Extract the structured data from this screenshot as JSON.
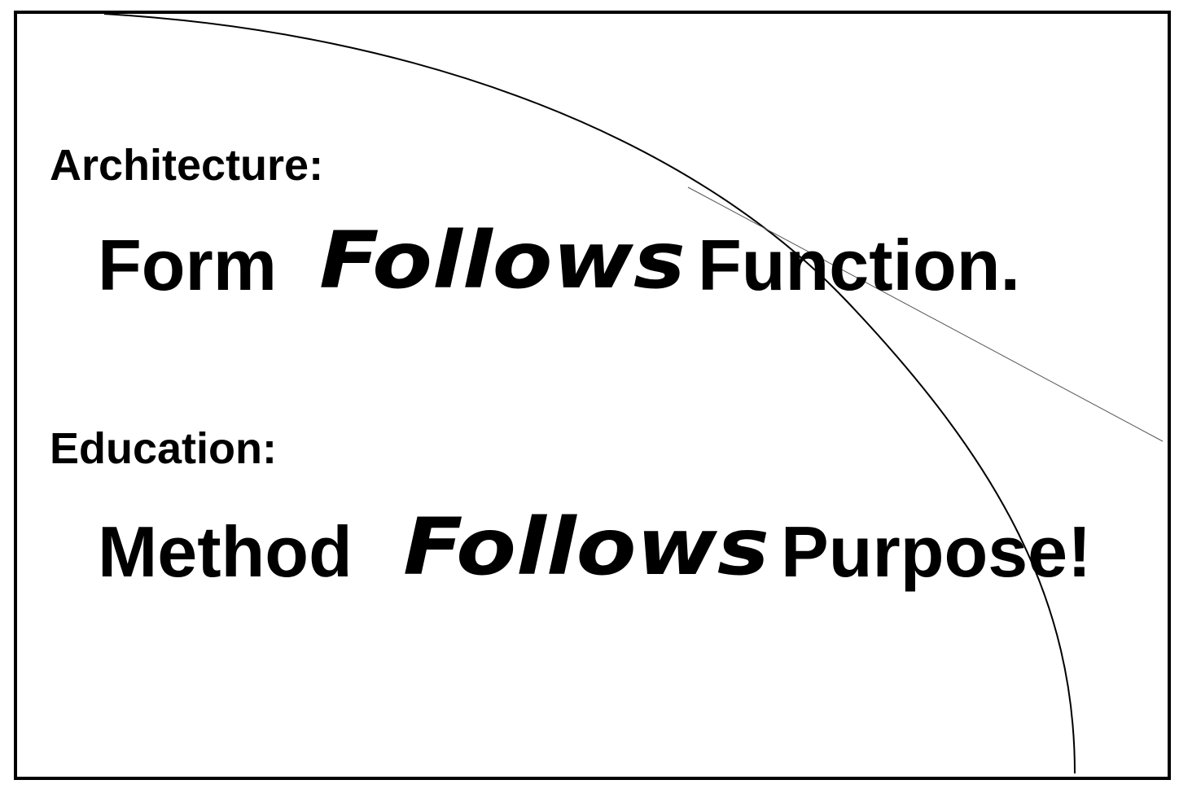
{
  "architecture": {
    "label": "Architecture:",
    "words": [
      "Form",
      "Follows",
      "Function."
    ]
  },
  "education": {
    "label": "Education:",
    "words": [
      "Method",
      "Follows",
      "Purpose!"
    ]
  },
  "colors": {
    "text": "#000000",
    "background": "#ffffff",
    "border": "#000000"
  }
}
